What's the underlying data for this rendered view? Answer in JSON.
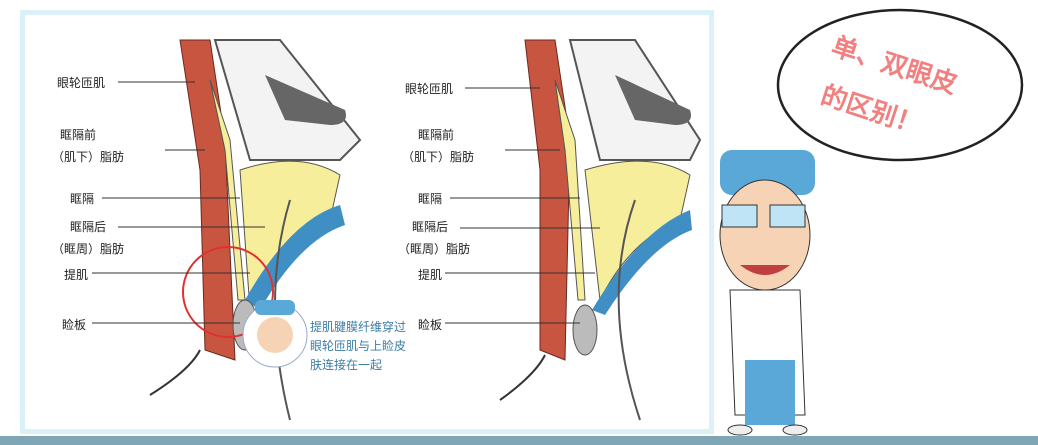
{
  "left_diagram": {
    "labels": [
      "眼轮匝肌",
      "眶隔前",
      "（肌下）脂肪",
      "眶隔",
      "眶隔后",
      "（眶周）脂肪",
      "提肌",
      "睑板"
    ],
    "note": [
      "提肌腱膜纤维穿过",
      "眼轮匝肌与上睑皮",
      "肤连接在一起"
    ]
  },
  "right_diagram": {
    "labels": [
      "眼轮匝肌",
      "眶隔前",
      "（肌下）脂肪",
      "眶隔",
      "眶隔后",
      "（眶周）脂肪",
      "提肌",
      "睑板"
    ]
  },
  "speech_bubble": {
    "line1": "单、双眼皮",
    "line2": "的区别！"
  },
  "colors": {
    "muscle": "#c8553f",
    "fat": "#f6ee9a",
    "levator": "#3f8fc4",
    "frame": "#dcf0fa",
    "bubble_text": "#f28080"
  }
}
